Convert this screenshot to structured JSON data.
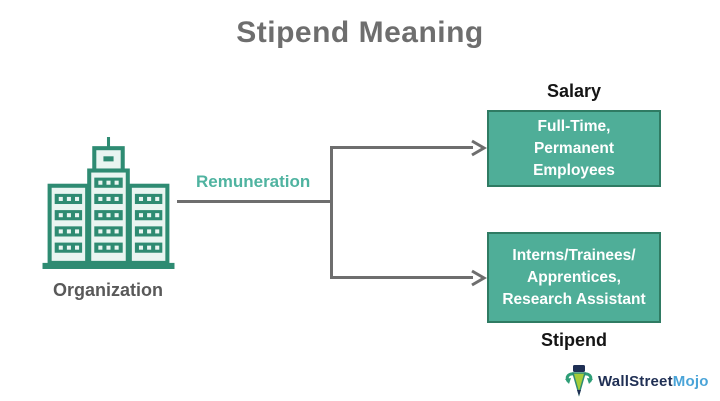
{
  "title": "Stipend Meaning",
  "organization": {
    "label": "Organization",
    "icon": "building-icon"
  },
  "connector": {
    "label": "Remuneration"
  },
  "salary": {
    "heading": "Salary",
    "box_lines": [
      "Full-Time,",
      "Permanent",
      "Employees"
    ]
  },
  "stipend": {
    "heading": "Stipend",
    "box_lines": [
      "Interns/Trainees/",
      "Apprentices,",
      "Research Assistant"
    ]
  },
  "logo": {
    "brand_primary": "WallStreet",
    "brand_secondary": "Mojo",
    "icon": "wallstreetmojo-bull-icon"
  },
  "colors": {
    "title_gray": "#6e6e6e",
    "org_label_gray": "#595959",
    "teal_text": "#4fb3a0",
    "line_gray": "#6e6e6e",
    "label_dark": "#151515",
    "teal_box_fill": "#4fae98",
    "teal_box_border": "#2f7b63",
    "building_stroke": "#2e8b72",
    "building_fill": "#e9f5f1",
    "logo_navy": "#1f2f54",
    "logo_blue": "#4aa4d8"
  }
}
